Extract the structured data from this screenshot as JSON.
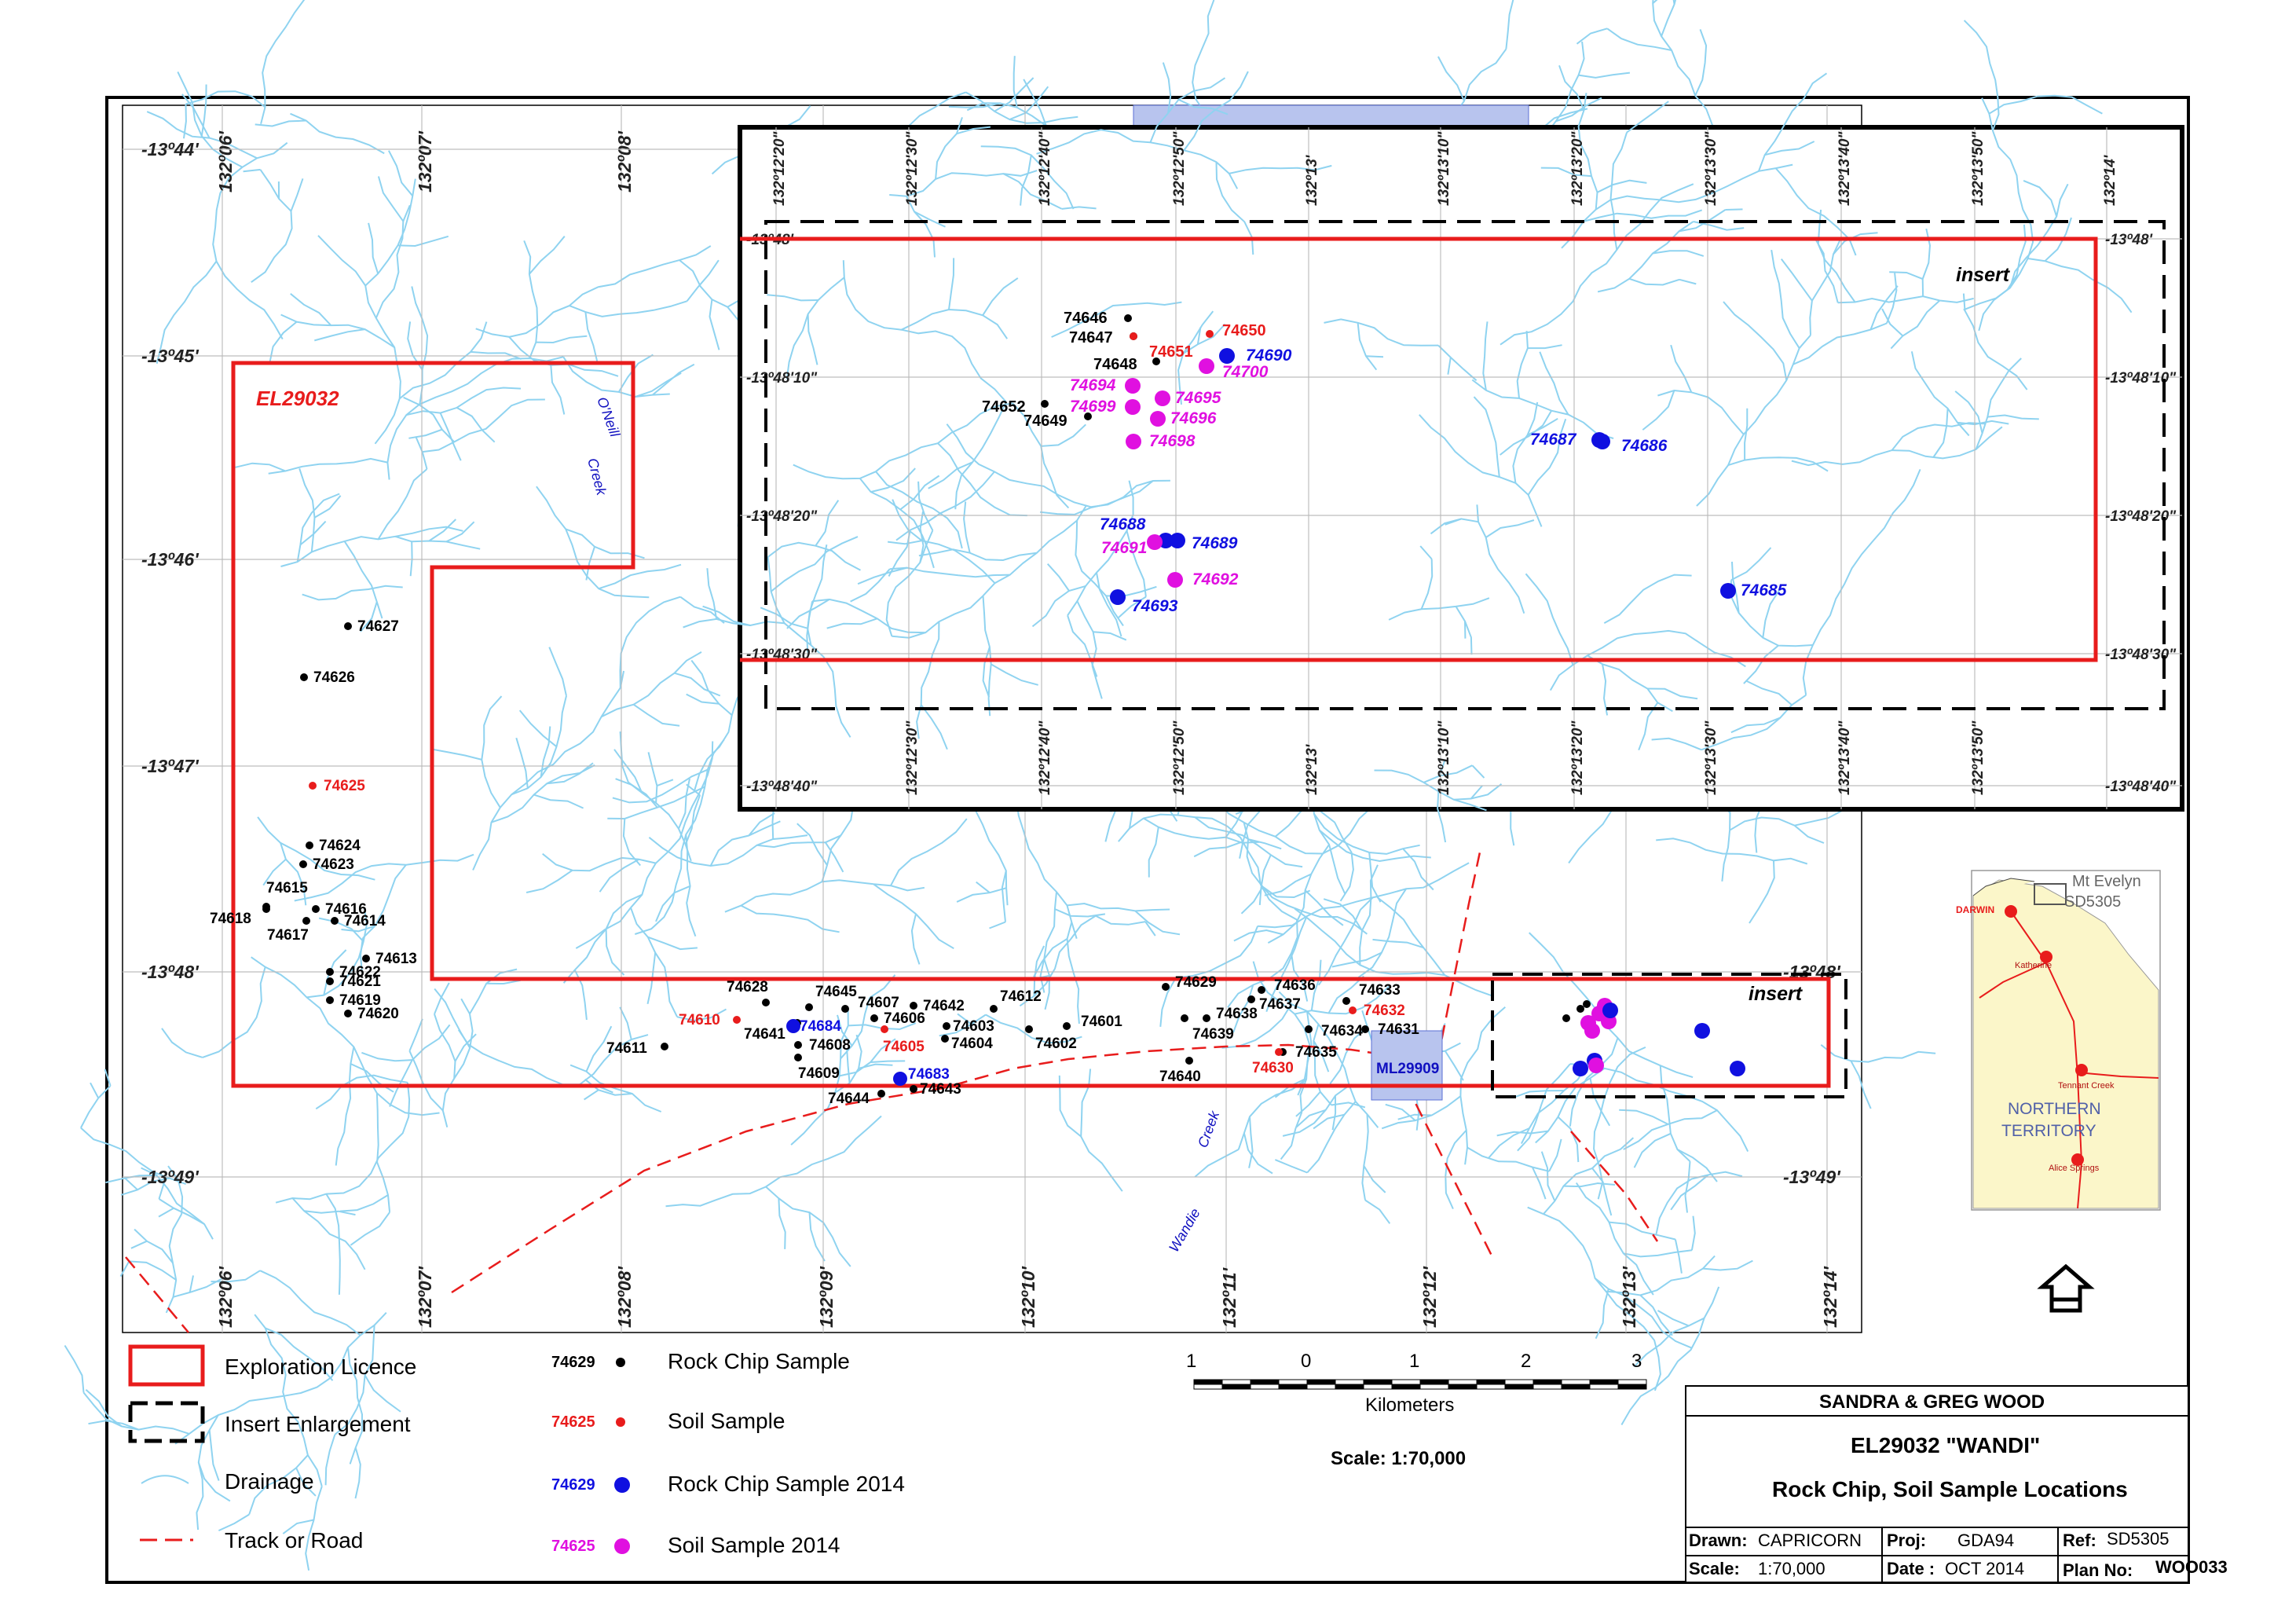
{
  "colors": {
    "licence": "#e81c1c",
    "drainage": "#8fd3f0",
    "rock": "#000000",
    "soil": "#e81c1c",
    "rock2014": "#1010e0",
    "soil2014": "#e010e0",
    "mining_fill": "#b8c4ee",
    "grid": "#bdbdbd"
  },
  "main_map": {
    "lat_labels": [
      "-13º44'",
      "-13º45'",
      "-13º46'",
      "-13º47'",
      "-13º48'",
      "-13º49'"
    ],
    "lon_labels": [
      "132º06'",
      "132º07'",
      "132º08'",
      "132º09'",
      "132º10'",
      "132º11'",
      "132º12'",
      "132º13'",
      "132º14'"
    ],
    "licence_label": "EL29032",
    "creek_labels": [
      "O'Neill",
      "Creek",
      "Creek",
      "Wandie"
    ],
    "mining_label": "ML29909",
    "insert_label": "insert",
    "rock_samples": [
      "74627",
      "74626",
      "74624",
      "74623",
      "74615",
      "74616",
      "74618",
      "74614",
      "74617",
      "74613",
      "74622",
      "74621",
      "74619",
      "74620",
      "74611",
      "74628",
      "74645",
      "74607",
      "74642",
      "74612",
      "74641",
      "74606",
      "74603",
      "74608",
      "74604",
      "74609",
      "74601",
      "74602",
      "74643",
      "74644",
      "74629",
      "74636",
      "74637",
      "74638",
      "74639",
      "74633",
      "74634",
      "74631",
      "74635",
      "74640"
    ],
    "soil_samples": [
      "74625",
      "74610",
      "74605",
      "74632",
      "74630"
    ],
    "rock_samples_2014": [
      "74684",
      "74683"
    ]
  },
  "insert_map": {
    "lon_labels": [
      "132º12'20\"",
      "132º12'30\"",
      "132º12'40\"",
      "132º12'50\"",
      "132º13'",
      "132º13'10\"",
      "132º13'20\"",
      "132º13'30\"",
      "132º13'40\"",
      "132º13'50\"",
      "132º14'"
    ],
    "lat_labels": [
      "-13º48'",
      "-13º48'10\"",
      "-13º48'20\"",
      "-13º48'30\"",
      "-13º48'40\""
    ],
    "insert_label": "insert",
    "rock_samples": [
      "74646",
      "74647",
      "74648",
      "74652",
      "74649"
    ],
    "soil_samples": [
      "74650",
      "74651"
    ],
    "rock_samples_2014": [
      "74690",
      "74687",
      "74686",
      "74688",
      "74689",
      "74693",
      "74685"
    ],
    "soil_samples_2014": [
      "74700",
      "74694",
      "74695",
      "74699",
      "74696",
      "74698",
      "74691",
      "74692"
    ]
  },
  "location_map": {
    "label_top": "Mt Evelyn",
    "label_sheet": "SD5305",
    "towns": [
      "DARWIN",
      "Katherine",
      "Tennant Creek",
      "Alice Springs"
    ],
    "territory": [
      "NORTHERN",
      "TERRITORY"
    ]
  },
  "legend": {
    "exploration_licence": "Exploration Licence",
    "insert_enlargement": "Insert Enlargement",
    "drainage": "Drainage",
    "track_road": "Track or Road",
    "rock_chip_num": "74629",
    "rock_chip": "Rock Chip Sample",
    "soil_num": "74625",
    "soil": "Soil Sample",
    "rock_chip_2014_num": "74629",
    "rock_chip_2014": "Rock Chip Sample 2014",
    "soil_2014_num": "74625",
    "soil_2014": "Soil Sample 2014"
  },
  "scale_bar": {
    "ticks": [
      "1",
      "0",
      "1",
      "2",
      "3"
    ],
    "unit": "Kilometers",
    "scale": "Scale: 1:70,000"
  },
  "title_block": {
    "company": "SANDRA & GREG WOOD",
    "title": "EL29032 \"WANDI\"",
    "subtitle": "Rock Chip, Soil Sample Locations",
    "drawn_label": "Drawn:",
    "drawn_value": "CAPRICORN",
    "proj_label": "Proj:",
    "proj_value": "GDA94",
    "ref_label": "Ref:",
    "ref_value": "SD5305",
    "scale_label": "Scale:",
    "scale_value": "1:70,000",
    "date_label": "Date :",
    "date_value": "OCT 2014",
    "plan_label": "Plan No:",
    "plan_value": "WOO033"
  }
}
